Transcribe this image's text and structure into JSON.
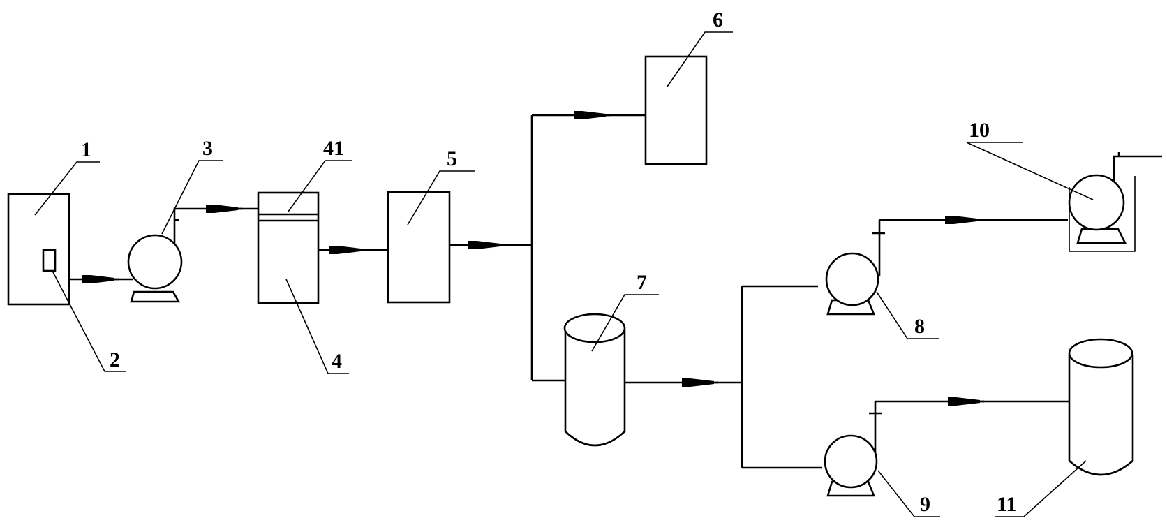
{
  "labels": {
    "l1": "1",
    "l2": "2",
    "l3": "3",
    "l4": "4",
    "l41": "41",
    "l5": "5",
    "l6": "6",
    "l7": "7",
    "l8": "8",
    "l9": "9",
    "l10": "10",
    "l11": "11"
  }
}
